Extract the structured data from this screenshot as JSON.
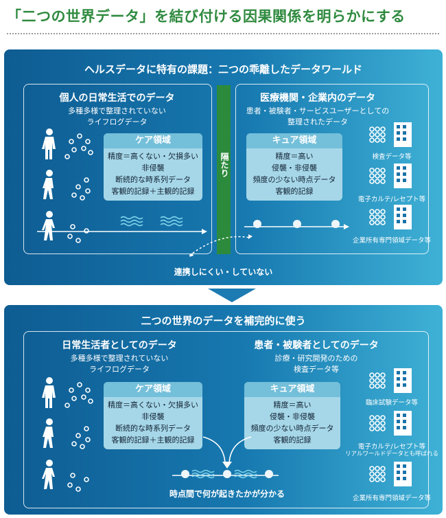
{
  "title": "「二つの世界データ」を結び付ける因果関係を明らかにする",
  "panel1": {
    "title": "ヘルスデータに特有の課題：二つの乖離したデータワールド",
    "left": {
      "heading": "個人の日常生活でのデータ",
      "sub1": "多種多様で整理されていない",
      "sub2": "ライフログデータ"
    },
    "right": {
      "heading": "医療機関・企業内のデータ",
      "sub1": "患者・被験者・サービスユーザーとしての",
      "sub2": "整理されたデータ"
    },
    "care": {
      "title": "ケア領域",
      "lines": [
        "精度＝高くない・欠損多い",
        "非侵襲",
        "断続的な時系列データ",
        "客観的記録＋主観的記録"
      ]
    },
    "cure": {
      "title": "キュア領域",
      "lines": [
        "精度＝高い",
        "侵襲・非侵襲",
        "頻度の少ない時点データ",
        "客観的記録"
      ]
    },
    "divider": "隔たり",
    "icons": [
      "検査データ等",
      "電子カルテ/レセプト等",
      "企業所有専門領域データ等"
    ],
    "link": "連携しにくい・していない"
  },
  "panel2": {
    "title": "二つの世界のデータを補完的に使う",
    "left": {
      "heading": "日常生活者としてのデータ",
      "sub1": "多種多様で整理されていない",
      "sub2": "ライフログデータ"
    },
    "right": {
      "heading": "患者・被験者としてのデータ",
      "sub1": "診療・研究開発のための",
      "sub2": "検査データ等"
    },
    "care": {
      "title": "ケア領域",
      "lines": [
        "精度＝高くない・欠損多い",
        "非侵襲",
        "断続的な時系列データ",
        "客観的記録＋主観的記録"
      ]
    },
    "cure": {
      "title": "キュア領域",
      "lines": [
        "精度＝高い",
        "侵襲・非侵襲",
        "頻度の少ない時点データ",
        "客観的記録"
      ]
    },
    "icons": [
      "臨床試験データ等",
      "電子カルテ/レセプト等",
      "企業所有専門領域データ等"
    ],
    "icon2_extra": "リアルワールドデータとも呼ばれる",
    "caption": "時点間で何が起きたかが分かる"
  }
}
